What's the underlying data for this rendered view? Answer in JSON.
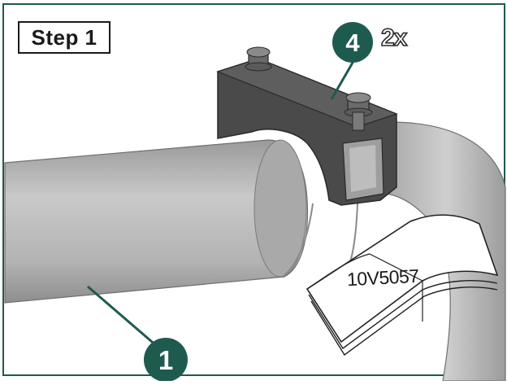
{
  "step": {
    "label": "Step 1"
  },
  "callouts": [
    {
      "number": "1"
    },
    {
      "number": "4",
      "quantity": "2x"
    }
  ],
  "manual": {
    "part_code": "10V5057"
  },
  "colors": {
    "frame": "#1f5a4f",
    "callout": "#1f5a4f",
    "tube": "#b7b7b7",
    "bracket": "#4a4a4a"
  }
}
